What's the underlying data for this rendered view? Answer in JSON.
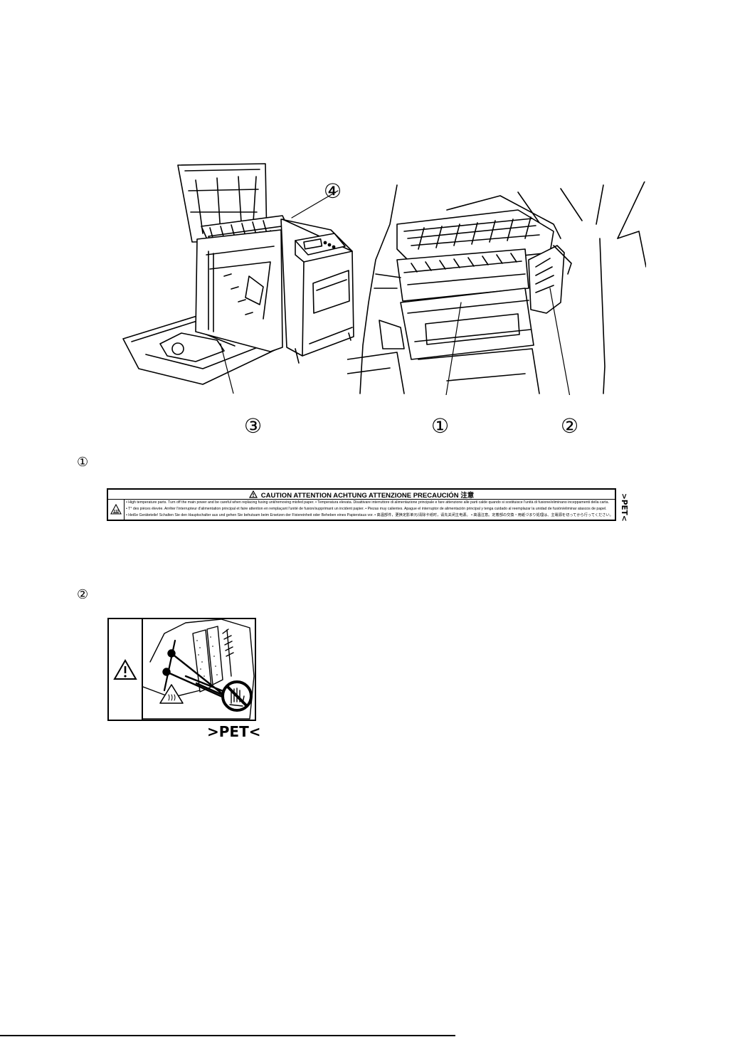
{
  "illustrations": {
    "left_printer": {
      "callouts": [
        "④",
        "③"
      ]
    },
    "right_fuser": {
      "callouts": [
        "①",
        "②"
      ]
    }
  },
  "section1": {
    "marker": "①",
    "label": {
      "header": "CAUTION    ATTENTION    ACHTUNG    ATTENZIONE    PRECAUCIÓN    注意",
      "lines": [
        "• High temperature parts. Turn off the main power and be careful when replacing fusing unit/removing misfed paper.  • Temperatura elevata. Disattivare interruttore di alimentazione principale e fare attenzione alle parti calde quando si sostituisce l'unità di fusione/eliminano inceppamenti della carta.",
        "• T° des pièces élevée. Arrêter l'interrupteur d'alimentation principal et faire attention en remplaçant l'unité de fusion/supprimant un incident papier.   • Piezas muy calientes. Apague el interruptor de alimentación principal y tenga cuidado al reemplazar la unidad de fusión/eliminar atascos de papel.",
        "• Heiße Geräteteile! Schalten Sie den Hauptschalter aus und gehen Sie behutsam beim Ersetzen der Fixiereinheit oder Beheben eines Papierstaus vor.   • 高温部件，更换定影单元/清除卡纸时，请先关闭主电源。  • 高温注意。定着部の交換・用紙づまり処理は、主電源を切ってから行ってください。"
      ],
      "mark": ">PET<"
    }
  },
  "section2": {
    "marker": "②",
    "label": {
      "mark": ">PET<"
    }
  }
}
